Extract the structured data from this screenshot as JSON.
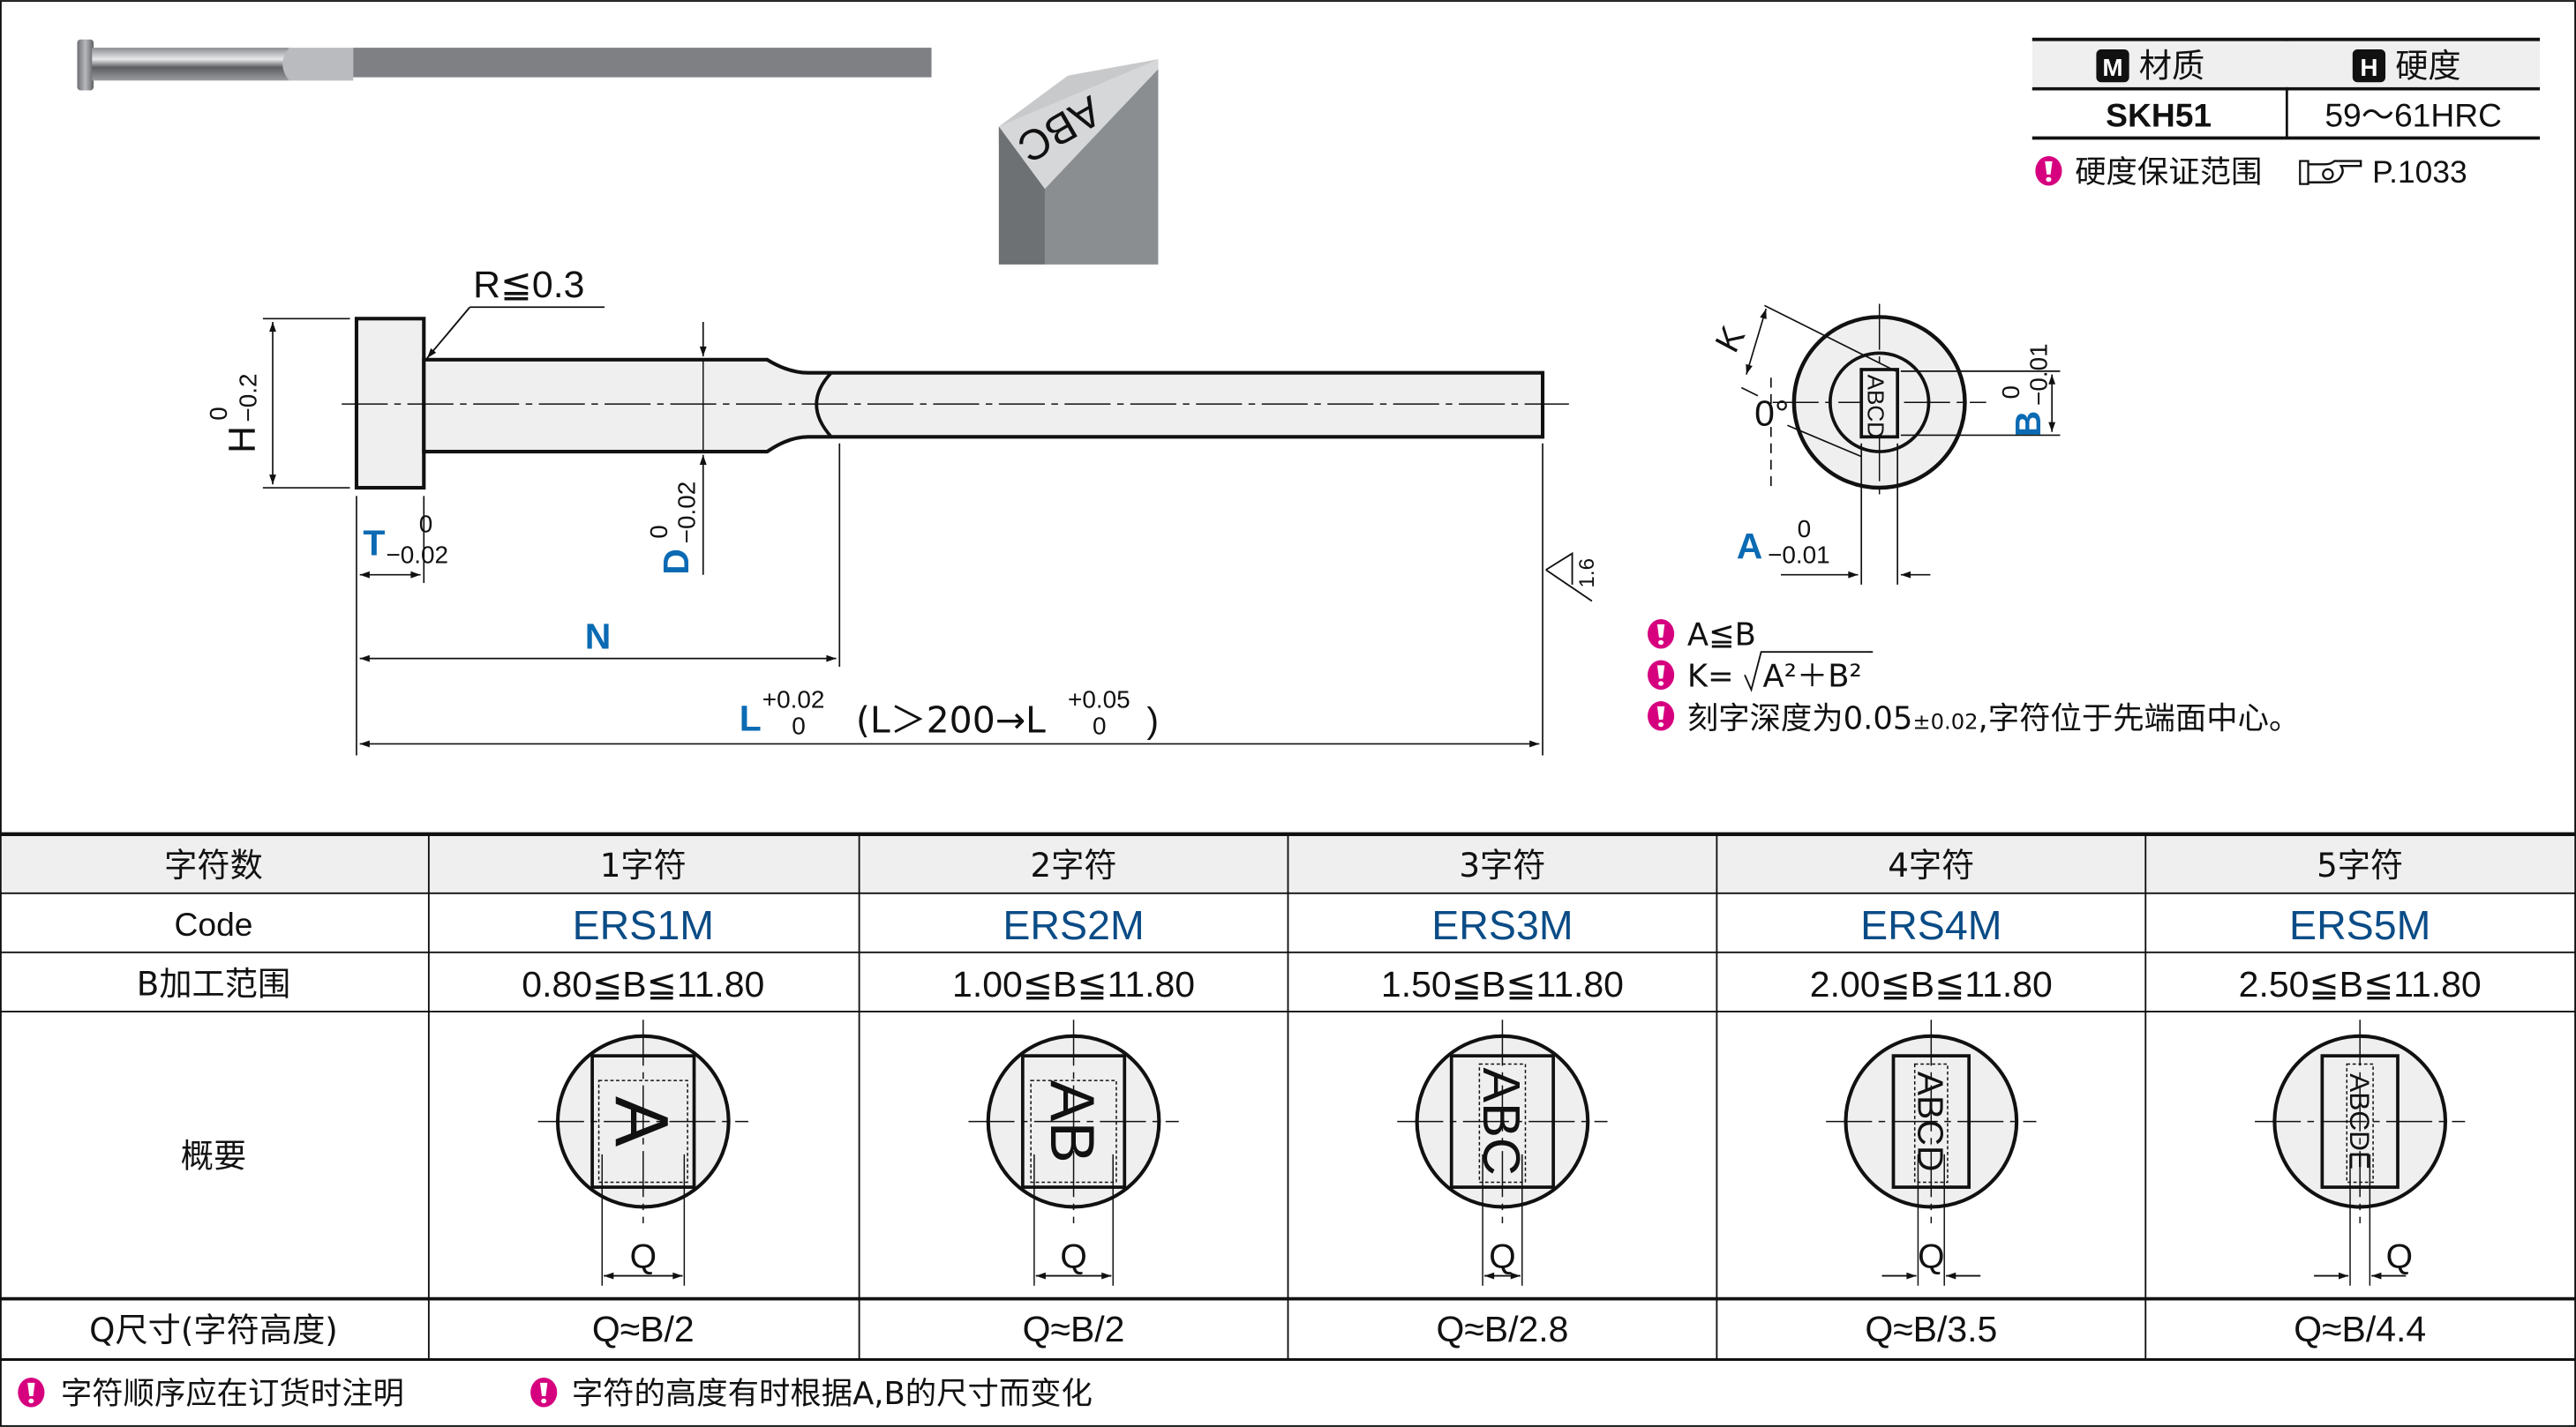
{
  "material_table": {
    "headers": [
      {
        "badge": "M",
        "label": "材质"
      },
      {
        "badge": "H",
        "label": "硬度"
      }
    ],
    "values": [
      "SKH51",
      "59～61HRC"
    ],
    "note": {
      "text": "硬度保证范围",
      "ref_icon": "pointing-hand-icon",
      "page_ref": "P.1033"
    }
  },
  "drawing": {
    "radius_note": "R≦0.3",
    "H": {
      "label": "H",
      "tol_upper": "0",
      "tol_lower": "−0.2"
    },
    "T": {
      "label": "T",
      "tol_upper": "0",
      "tol_lower": "−0.02"
    },
    "D": {
      "label": "D",
      "tol_upper": "0",
      "tol_lower": "−0.02"
    },
    "N": {
      "label": "N"
    },
    "L": {
      "label": "L",
      "tol_upper": "+0.02",
      "tol_lower": "0",
      "note_prefix": "(L＞200→L",
      "note_upper": "+0.05",
      "note_lower": "0",
      "note_suffix": ")"
    },
    "roughness": "1.6",
    "end_view": {
      "K": "K",
      "angle": "0°",
      "engraving": "ABCD",
      "A": {
        "label": "A",
        "tol_upper": "0",
        "tol_lower": "−0.01"
      },
      "B": {
        "label": "B",
        "tol_upper": "0",
        "tol_lower": "−0.01"
      }
    }
  },
  "notes": [
    {
      "icon": "exclamation-icon",
      "text": "A≦B"
    },
    {
      "icon": "exclamation-icon",
      "prefix": "K=",
      "formula": "A²＋B²"
    },
    {
      "icon": "exclamation-icon",
      "text_pre": "刻字深度为0.05",
      "tol": "±0.02",
      "text_post": ",字符位于先端面中心。"
    }
  ],
  "spec_table": {
    "row_labels": [
      "字符数",
      "Code",
      "B加工范围",
      "概要",
      "Q尺寸(字符高度)"
    ],
    "columns": [
      {
        "chars": "1字符",
        "code": "ERS1M",
        "b_range": "0.80≦B≦11.80",
        "engrave": "A",
        "q_label": "Q",
        "q_size": "Q≈B/2"
      },
      {
        "chars": "2字符",
        "code": "ERS2M",
        "b_range": "1.00≦B≦11.80",
        "engrave": "AB",
        "q_label": "Q",
        "q_size": "Q≈B/2"
      },
      {
        "chars": "3字符",
        "code": "ERS3M",
        "b_range": "1.50≦B≦11.80",
        "engrave": "ABC",
        "q_label": "Q",
        "q_size": "Q≈B/2.8"
      },
      {
        "chars": "4字符",
        "code": "ERS4M",
        "b_range": "2.00≦B≦11.80",
        "engrave": "ABCD",
        "q_label": "Q",
        "q_size": "Q≈B/3.5"
      },
      {
        "chars": "5字符",
        "code": "ERS5M",
        "b_range": "2.50≦B≦11.80",
        "engrave": "ABCDE",
        "q_label": "Q",
        "q_size": "Q≈B/4.4"
      }
    ],
    "footer_notes": [
      "字符顺序应在订货时注明",
      "字符的高度有时根据A,B的尺寸而变化"
    ]
  },
  "colors": {
    "accent_blue": "#0a6ab3",
    "code_blue": "#0b4c86",
    "note_magenta": "#d6007f",
    "header_gray": "#efefef"
  }
}
